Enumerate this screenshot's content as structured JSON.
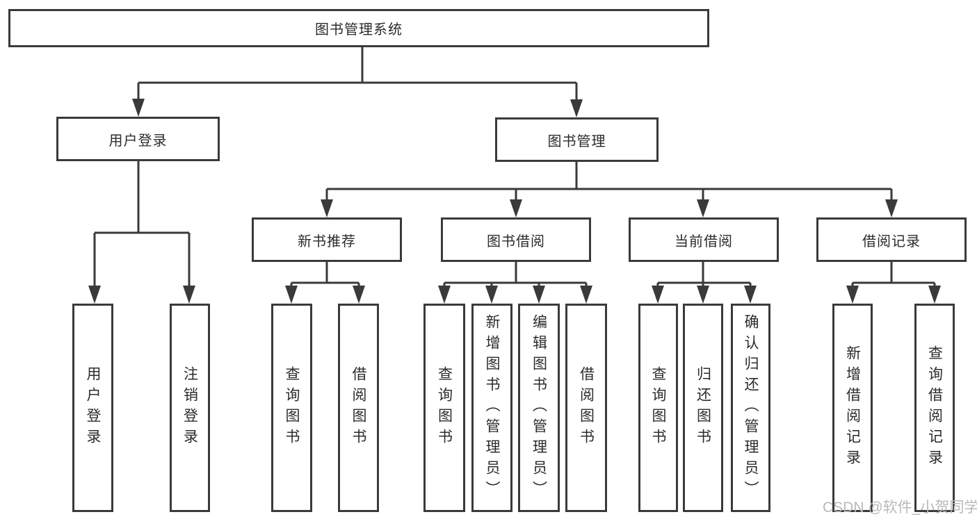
{
  "diagram": {
    "root": {
      "label": "图书管理系统"
    },
    "branches": [
      {
        "label": "用户登录",
        "children": [
          {
            "label": "用户登录"
          },
          {
            "label": "注销登录"
          }
        ]
      },
      {
        "label": "图书管理",
        "children": [
          {
            "label": "新书推荐",
            "children": [
              {
                "label": "查询图书"
              },
              {
                "label": "借阅图书"
              }
            ]
          },
          {
            "label": "图书借阅",
            "children": [
              {
                "label": "查询图书"
              },
              {
                "label": "新增图书（管理员）"
              },
              {
                "label": "编辑图书（管理员）"
              },
              {
                "label": "借阅图书"
              }
            ]
          },
          {
            "label": "当前借阅",
            "children": [
              {
                "label": "查询图书"
              },
              {
                "label": "归还图书"
              },
              {
                "label": "确认归还（管理员）"
              }
            ]
          },
          {
            "label": "借阅记录",
            "children": [
              {
                "label": "新增借阅记录"
              },
              {
                "label": "查询借阅记录"
              }
            ]
          }
        ]
      }
    ],
    "watermark": "CSDN @软件_小贺同学",
    "colors": {
      "line": "#3a3a3a",
      "text": "#2b2b2b",
      "box_fill": "#ffffff",
      "background": "#ffffff",
      "watermark": "#b9b9b9"
    }
  }
}
